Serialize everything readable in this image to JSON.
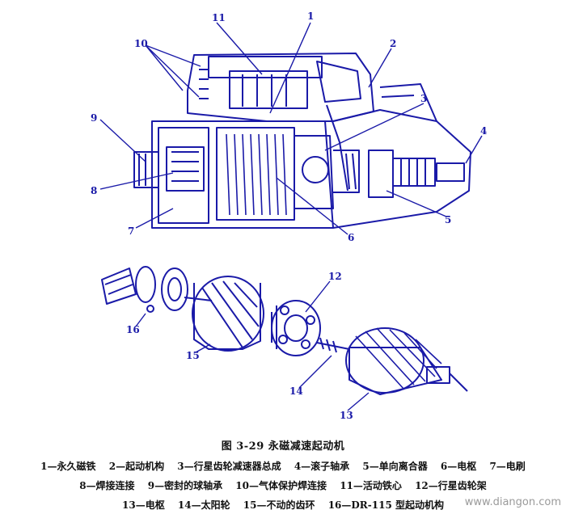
{
  "figure": {
    "callouts": [
      "1",
      "2",
      "3",
      "4",
      "5",
      "6",
      "7",
      "8",
      "9",
      "10",
      "11",
      "12",
      "13",
      "14",
      "15",
      "16"
    ],
    "line_color": "#1a1aa8"
  },
  "caption": {
    "title": "图 3-29   永磁减速起动机",
    "legend_rows": [
      [
        "1—永久磁铁",
        "2—起动机构",
        "3—行星齿轮减速器总成",
        "4—滚子轴承",
        "5—单向离合器",
        "6—电枢",
        "7—电刷"
      ],
      [
        "8—焊接连接",
        "9—密封的球轴承",
        "10—气体保护焊连接",
        "11—活动铁心",
        "12—行星齿轮架"
      ],
      [
        "13—电枢",
        "14—太阳轮",
        "15—不动的齿环",
        "16—DR-115 型起动机构"
      ]
    ]
  },
  "watermark": "www.diangon.com"
}
